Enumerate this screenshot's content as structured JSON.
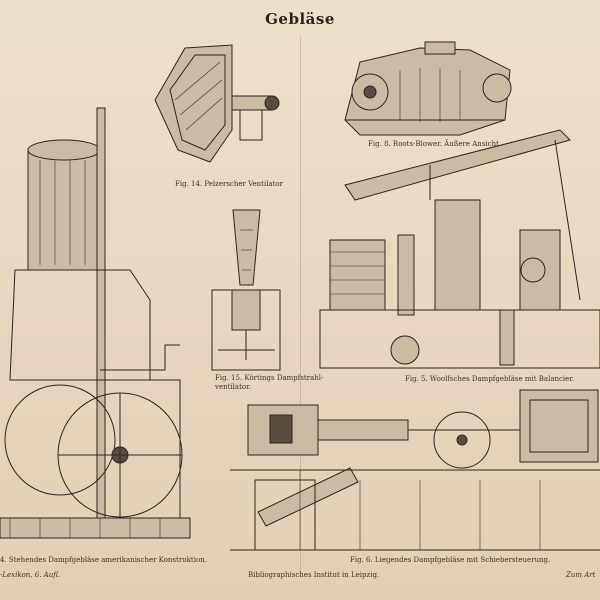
{
  "page_title": "Gebläse",
  "captions": {
    "fig14": "Fig. 14. Pelzerscher Ventilator",
    "fig8": "Fig. 8. Roots-Blower. Äußere Ansicht.",
    "fig15": "Fig. 15. Körtings Dampfstrahl-\nventilator.",
    "fig5": "Fig. 5. Woolfsches Dampfgebläse mit Balancier.",
    "fig4": "4. Stehendes Dampfgebläse amerikanischer Konstruktion.",
    "fig6": "Fig. 6. Liegendes Dampfgebläse mit Schiebersteuerung."
  },
  "footer": {
    "left": "-Lexikon, 6. Aufl.",
    "center": "Bibliographisches Institut in Leipzig.",
    "right": "Zum Art"
  },
  "colors": {
    "paper": "#eadcc6",
    "ink": "#2b2520"
  }
}
